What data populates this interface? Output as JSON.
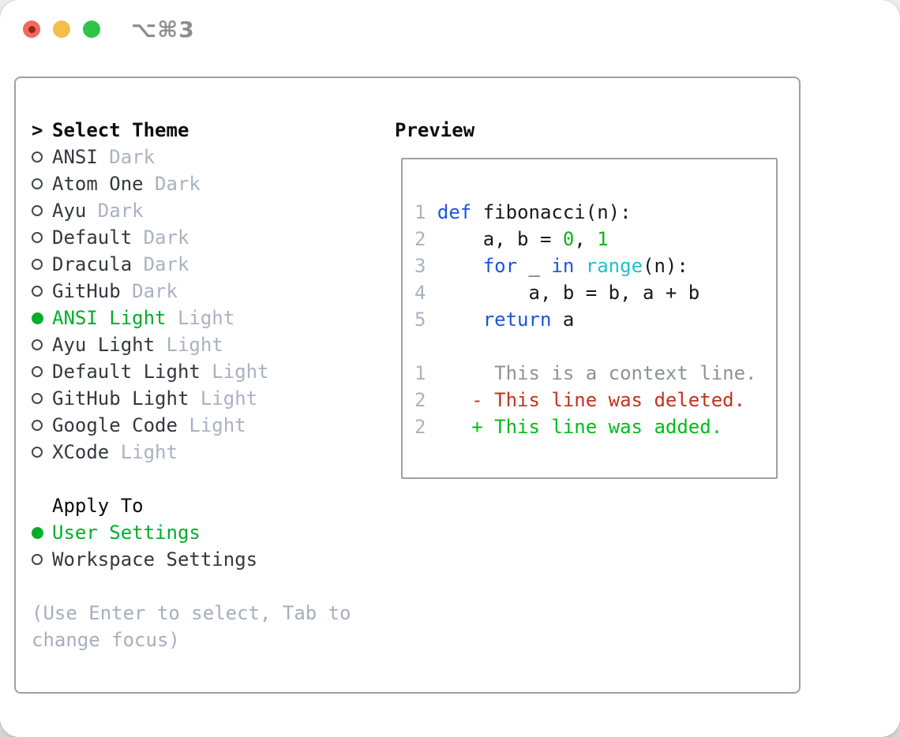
{
  "window": {
    "title": "⌥⌘3",
    "traffic_lights": {
      "close_color": "#ee6a5e",
      "close_dot_color": "#99241a",
      "minimize_color": "#f5bd4b",
      "zoom_color": "#2ec446"
    },
    "title_color": "#8e8e8e"
  },
  "select_theme": {
    "prompt": ">",
    "title": "Select Theme",
    "themes": [
      {
        "name": "ANSI",
        "variant": "Dark",
        "selected": false
      },
      {
        "name": "Atom One",
        "variant": "Dark",
        "selected": false
      },
      {
        "name": "Ayu",
        "variant": "Dark",
        "selected": false
      },
      {
        "name": "Default",
        "variant": "Dark",
        "selected": false
      },
      {
        "name": "Dracula",
        "variant": "Dark",
        "selected": false
      },
      {
        "name": "GitHub",
        "variant": "Dark",
        "selected": false
      },
      {
        "name": "ANSI Light",
        "variant": "Light",
        "selected": true
      },
      {
        "name": "Ayu Light",
        "variant": "Light",
        "selected": false
      },
      {
        "name": "Default Light",
        "variant": "Light",
        "selected": false
      },
      {
        "name": "GitHub Light",
        "variant": "Light",
        "selected": false
      },
      {
        "name": "Google Code",
        "variant": "Light",
        "selected": false
      },
      {
        "name": "XCode",
        "variant": "Light",
        "selected": false
      }
    ],
    "apply_to": {
      "title": "Apply To",
      "options": [
        {
          "label": "User Settings",
          "selected": true
        },
        {
          "label": "Workspace Settings",
          "selected": false
        }
      ]
    },
    "hint_lines": [
      "(Use Enter to select, Tab to",
      "change focus)"
    ]
  },
  "preview": {
    "title": "Preview",
    "token_colors": {
      "gutter": "#a9b3c3",
      "plain": "#17191d",
      "keyword": "#1c54dd",
      "builtin": "#20c1cd",
      "number": "#0db31e",
      "context": "#8e9298",
      "deleted": "#c23222",
      "added": "#00bd1b"
    },
    "lines": [
      [
        [
          "gutter",
          "1 "
        ],
        [
          "keyword",
          "def"
        ],
        [
          "plain",
          " fibonacci(n):"
        ]
      ],
      [
        [
          "gutter",
          "2 "
        ],
        [
          "plain",
          "    a, b = "
        ],
        [
          "number",
          "0"
        ],
        [
          "plain",
          ", "
        ],
        [
          "number",
          "1"
        ]
      ],
      [
        [
          "gutter",
          "3 "
        ],
        [
          "plain",
          "    "
        ],
        [
          "keyword",
          "for"
        ],
        [
          "plain",
          " _ "
        ],
        [
          "keyword",
          "in"
        ],
        [
          "plain",
          " "
        ],
        [
          "builtin",
          "range"
        ],
        [
          "plain",
          "(n):"
        ]
      ],
      [
        [
          "gutter",
          "4 "
        ],
        [
          "plain",
          "        a, b = b, a + b"
        ]
      ],
      [
        [
          "gutter",
          "5 "
        ],
        [
          "plain",
          "    "
        ],
        [
          "keyword",
          "return"
        ],
        [
          "plain",
          " a"
        ]
      ],
      [
        [
          "plain",
          " "
        ]
      ],
      [
        [
          "gutter",
          "1 "
        ],
        [
          "context",
          "     This is a context line."
        ]
      ],
      [
        [
          "gutter",
          "2 "
        ],
        [
          "deleted",
          "   - This line was deleted."
        ]
      ],
      [
        [
          "gutter",
          "2 "
        ],
        [
          "added",
          "   + This line was added."
        ]
      ]
    ]
  },
  "colors": {
    "panel_border": "#99a1ab",
    "preview_border": "#9aa2ae",
    "header_text": "#0b0d0f",
    "item_text": "#33383f",
    "variant_muted": "#a9b2c0",
    "selected_green": "#00ae2c",
    "radio_stroke": "#43484e",
    "hint": "#a6afbc"
  }
}
